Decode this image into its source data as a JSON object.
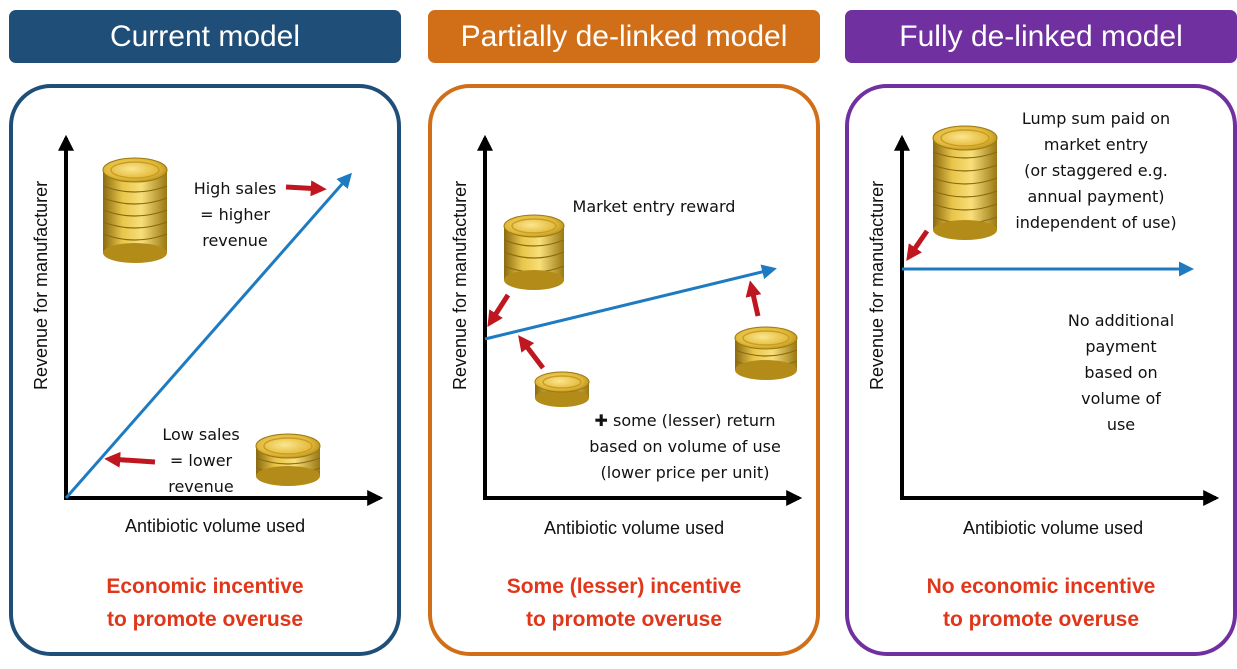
{
  "colors": {
    "current": "#1f4e79",
    "partial": "#d16f18",
    "full": "#7030a0",
    "line": "#1f7bc1",
    "arrow_red": "#c0161f",
    "conclusion": "#e0361a"
  },
  "panels": [
    {
      "title": "Current model",
      "y_label": "Revenue for manufacturer",
      "x_label": "Antibiotic volume used",
      "annotations": [
        {
          "text": "High sales\n= higher\nrevenue"
        },
        {
          "text": "Low sales\n= lower\nrevenue"
        }
      ],
      "conclusion_line1": "Economic incentive",
      "conclusion_line2": "to promote overuse"
    },
    {
      "title": "Partially de-linked model",
      "y_label": "Revenue for manufacturer",
      "x_label": "Antibiotic volume used",
      "annotations": [
        {
          "text": "Market entry reward"
        },
        {
          "text": "✚ some (lesser) return\nbased on volume of use\n(lower price per unit)"
        }
      ],
      "conclusion_line1": "Some (lesser) incentive",
      "conclusion_line2": "to promote overuse"
    },
    {
      "title": "Fully de-linked model",
      "y_label": "Revenue for manufacturer",
      "x_label": "Antibiotic volume used",
      "annotations": [
        {
          "text": "Lump sum paid on\nmarket entry\n(or staggered e.g.\nannual payment)\nindependent of use)"
        },
        {
          "text": "No additional\npayment\nbased on\nvolume of\nuse"
        }
      ],
      "conclusion_line1": "No economic incentive",
      "conclusion_line2": "to promote overuse"
    }
  ]
}
